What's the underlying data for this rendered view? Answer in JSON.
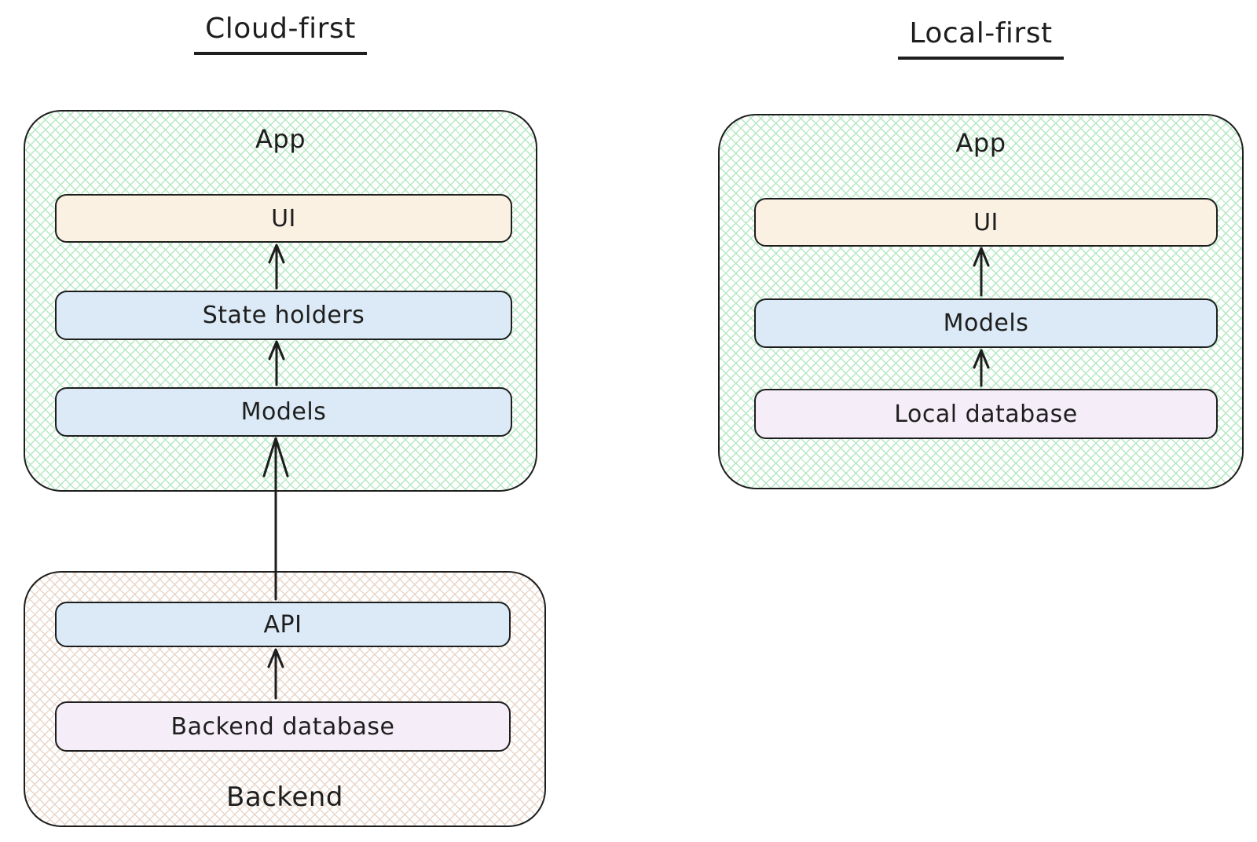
{
  "cloud_first": {
    "title": "Cloud-first",
    "app": {
      "label": "App",
      "ui": "UI",
      "state_holders": "State holders",
      "models": "Models"
    },
    "backend": {
      "label": "Backend",
      "api": "API",
      "database": "Backend database"
    }
  },
  "local_first": {
    "title": "Local-first",
    "app": {
      "label": "App",
      "ui": "UI",
      "models": "Models",
      "local_database": "Local database"
    }
  },
  "arrows": {
    "left": [
      "state-holders-to-ui",
      "models-to-state-holders",
      "api-to-models",
      "backend-database-to-api"
    ],
    "right": [
      "models-to-ui",
      "local-database-to-models"
    ]
  },
  "colors": {
    "stroke": "#1e1e1e",
    "app_hatch": "#b4e8c1",
    "backend_hatch": "#e8d5c7",
    "ui_fill": "#faf1e2",
    "blue_fill": "#dbeaf6",
    "purple_fill": "#f5edf8",
    "text": "#1e1e1e"
  }
}
